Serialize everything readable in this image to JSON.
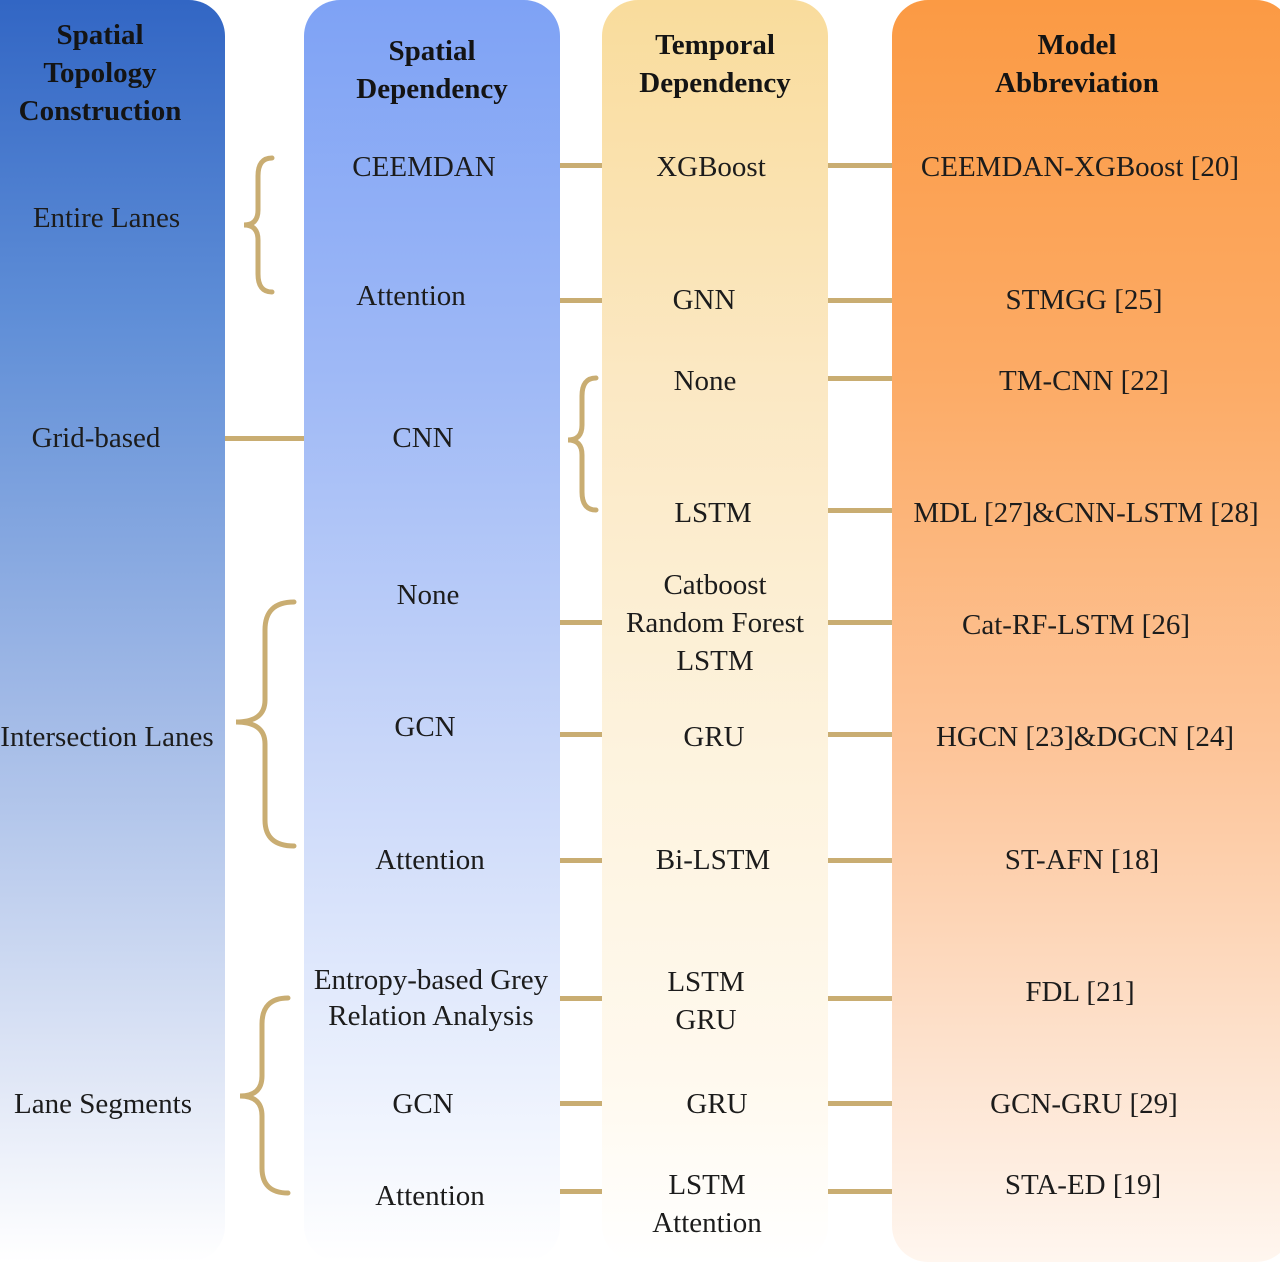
{
  "headers": {
    "spatial_topology_construction": "Spatial\nTopology\nConstruction",
    "spatial_dependency": "Spatial\nDependency",
    "temporal_dependency": "Temporal\nDependency",
    "model_abbreviation": "Model\nAbbreviation"
  },
  "topology": {
    "entire_lanes": "Entire Lanes",
    "grid_based": "Grid-based",
    "intersection_lanes": "Intersection Lanes",
    "lane_segments": "Lane Segments"
  },
  "spatial": {
    "ceemdan": "CEEMDAN",
    "attention_1": "Attention",
    "cnn": "CNN",
    "none": "None",
    "gcn_1": "GCN",
    "attention_2": "Attention",
    "entropy_grey": "Entropy-based Grey\nRelation Analysis",
    "gcn_2": "GCN",
    "attention_3": "Attention"
  },
  "temporal": {
    "xgboost": "XGBoost",
    "gnn": "GNN",
    "none": "None",
    "lstm_1": "LSTM",
    "catboost_rf_lstm": "Catboost\nRandom Forest\nLSTM",
    "gru_1": "GRU",
    "bi_lstm": "Bi-LSTM",
    "lstm_gru": "LSTM\nGRU",
    "gru_2": "GRU",
    "lstm_attention": "LSTM\nAttention"
  },
  "models": {
    "ceemdan_xgboost": "CEEMDAN-XGBoost [20]",
    "stmgg": "STMGG [25]",
    "tm_cnn": "TM-CNN [22]",
    "mdl_cnn_lstm": "MDL [27]&CNN-LSTM [28]",
    "cat_rf_lstm": "Cat-RF-LSTM [26]",
    "hgcn_dgcn": "HGCN [23]&DGCN [24]",
    "st_afn": "ST-AFN [18]",
    "fdl": "FDL [21]",
    "gcn_gru": "GCN-GRU [29]",
    "sta_ed": "STA-ED [19]"
  },
  "colors": {
    "connector": "#c9ad72",
    "col_topology_top": "#3266c4",
    "col_spatial_top": "#7ea2f5",
    "col_temporal_top": "#f9dc9c",
    "col_model_top": "#fb9a44"
  }
}
